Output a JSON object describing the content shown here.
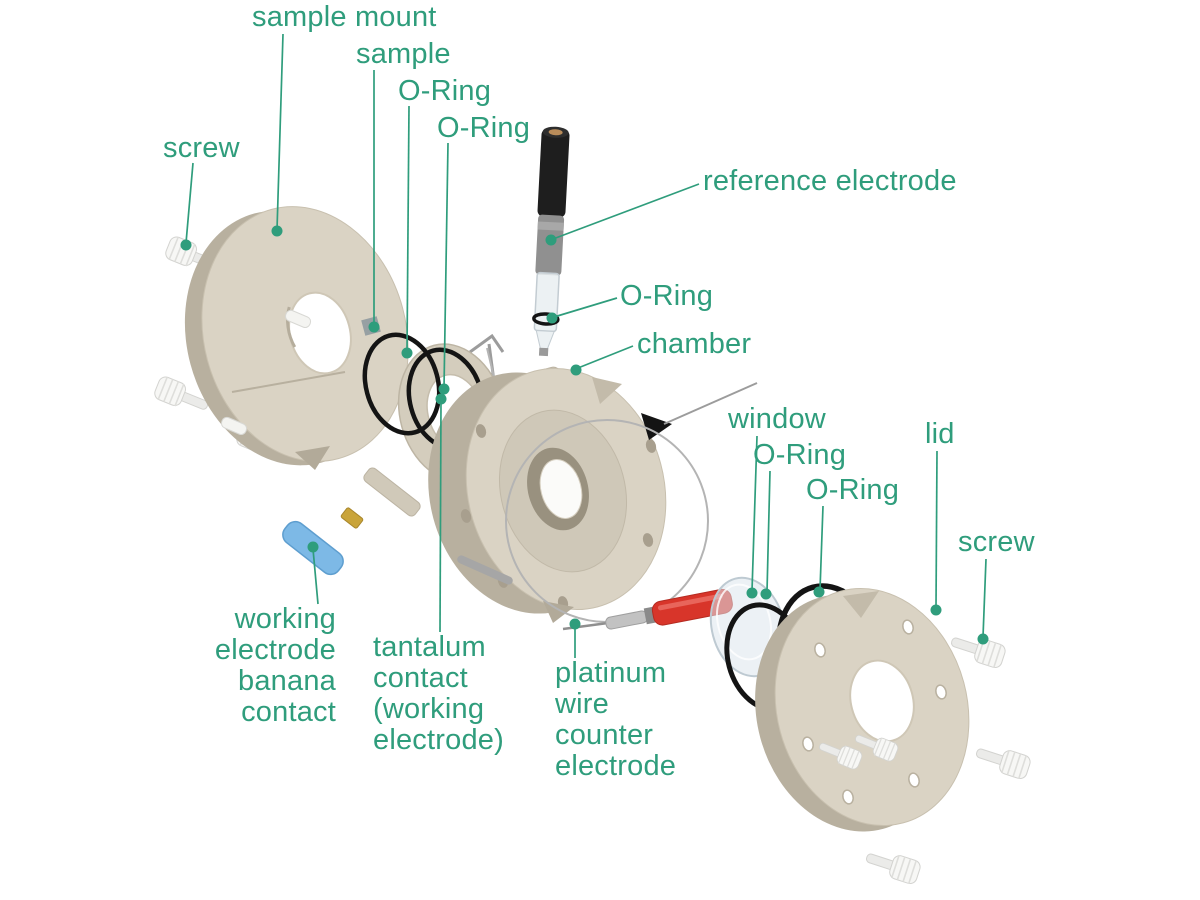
{
  "diagram_title": "exploded view of electrochemical cell assembly",
  "colors": {
    "label_green": "#2f9d7c",
    "body_beige": "#dad3c4",
    "body_beige_dark": "#b8b09f",
    "oring_black": "#141414",
    "banana_blue": "#7db9e6",
    "electrode_red": "#d8352a",
    "screw_white": "#f7f7f5",
    "metal_gray": "#9c9c9c",
    "background": "#ffffff"
  },
  "labels": [
    {
      "id": "sample-mount",
      "text": "sample mount"
    },
    {
      "id": "sample",
      "text": "sample"
    },
    {
      "id": "oring-sample-1",
      "text": "O-Ring"
    },
    {
      "id": "oring-sample-2",
      "text": "O-Ring"
    },
    {
      "id": "screw-left",
      "text": "screw"
    },
    {
      "id": "reference-electrode",
      "text": "reference electrode"
    },
    {
      "id": "oring-reference",
      "text": "O-Ring"
    },
    {
      "id": "chamber",
      "text": "chamber"
    },
    {
      "id": "window",
      "text": "window"
    },
    {
      "id": "oring-window-1",
      "text": "O-Ring"
    },
    {
      "id": "oring-window-2",
      "text": "O-Ring"
    },
    {
      "id": "lid",
      "text": "lid"
    },
    {
      "id": "screw-right",
      "text": "screw"
    },
    {
      "id": "working-electrode-banana-contact",
      "text": "working\nelectrode\nbanana\ncontact"
    },
    {
      "id": "tantalum-contact",
      "text": "tantalum\ncontact\n(working\nelectrode)"
    },
    {
      "id": "platinum-wire-counter-electrode",
      "text": "platinum\nwire\ncounter\nelectrode"
    }
  ]
}
